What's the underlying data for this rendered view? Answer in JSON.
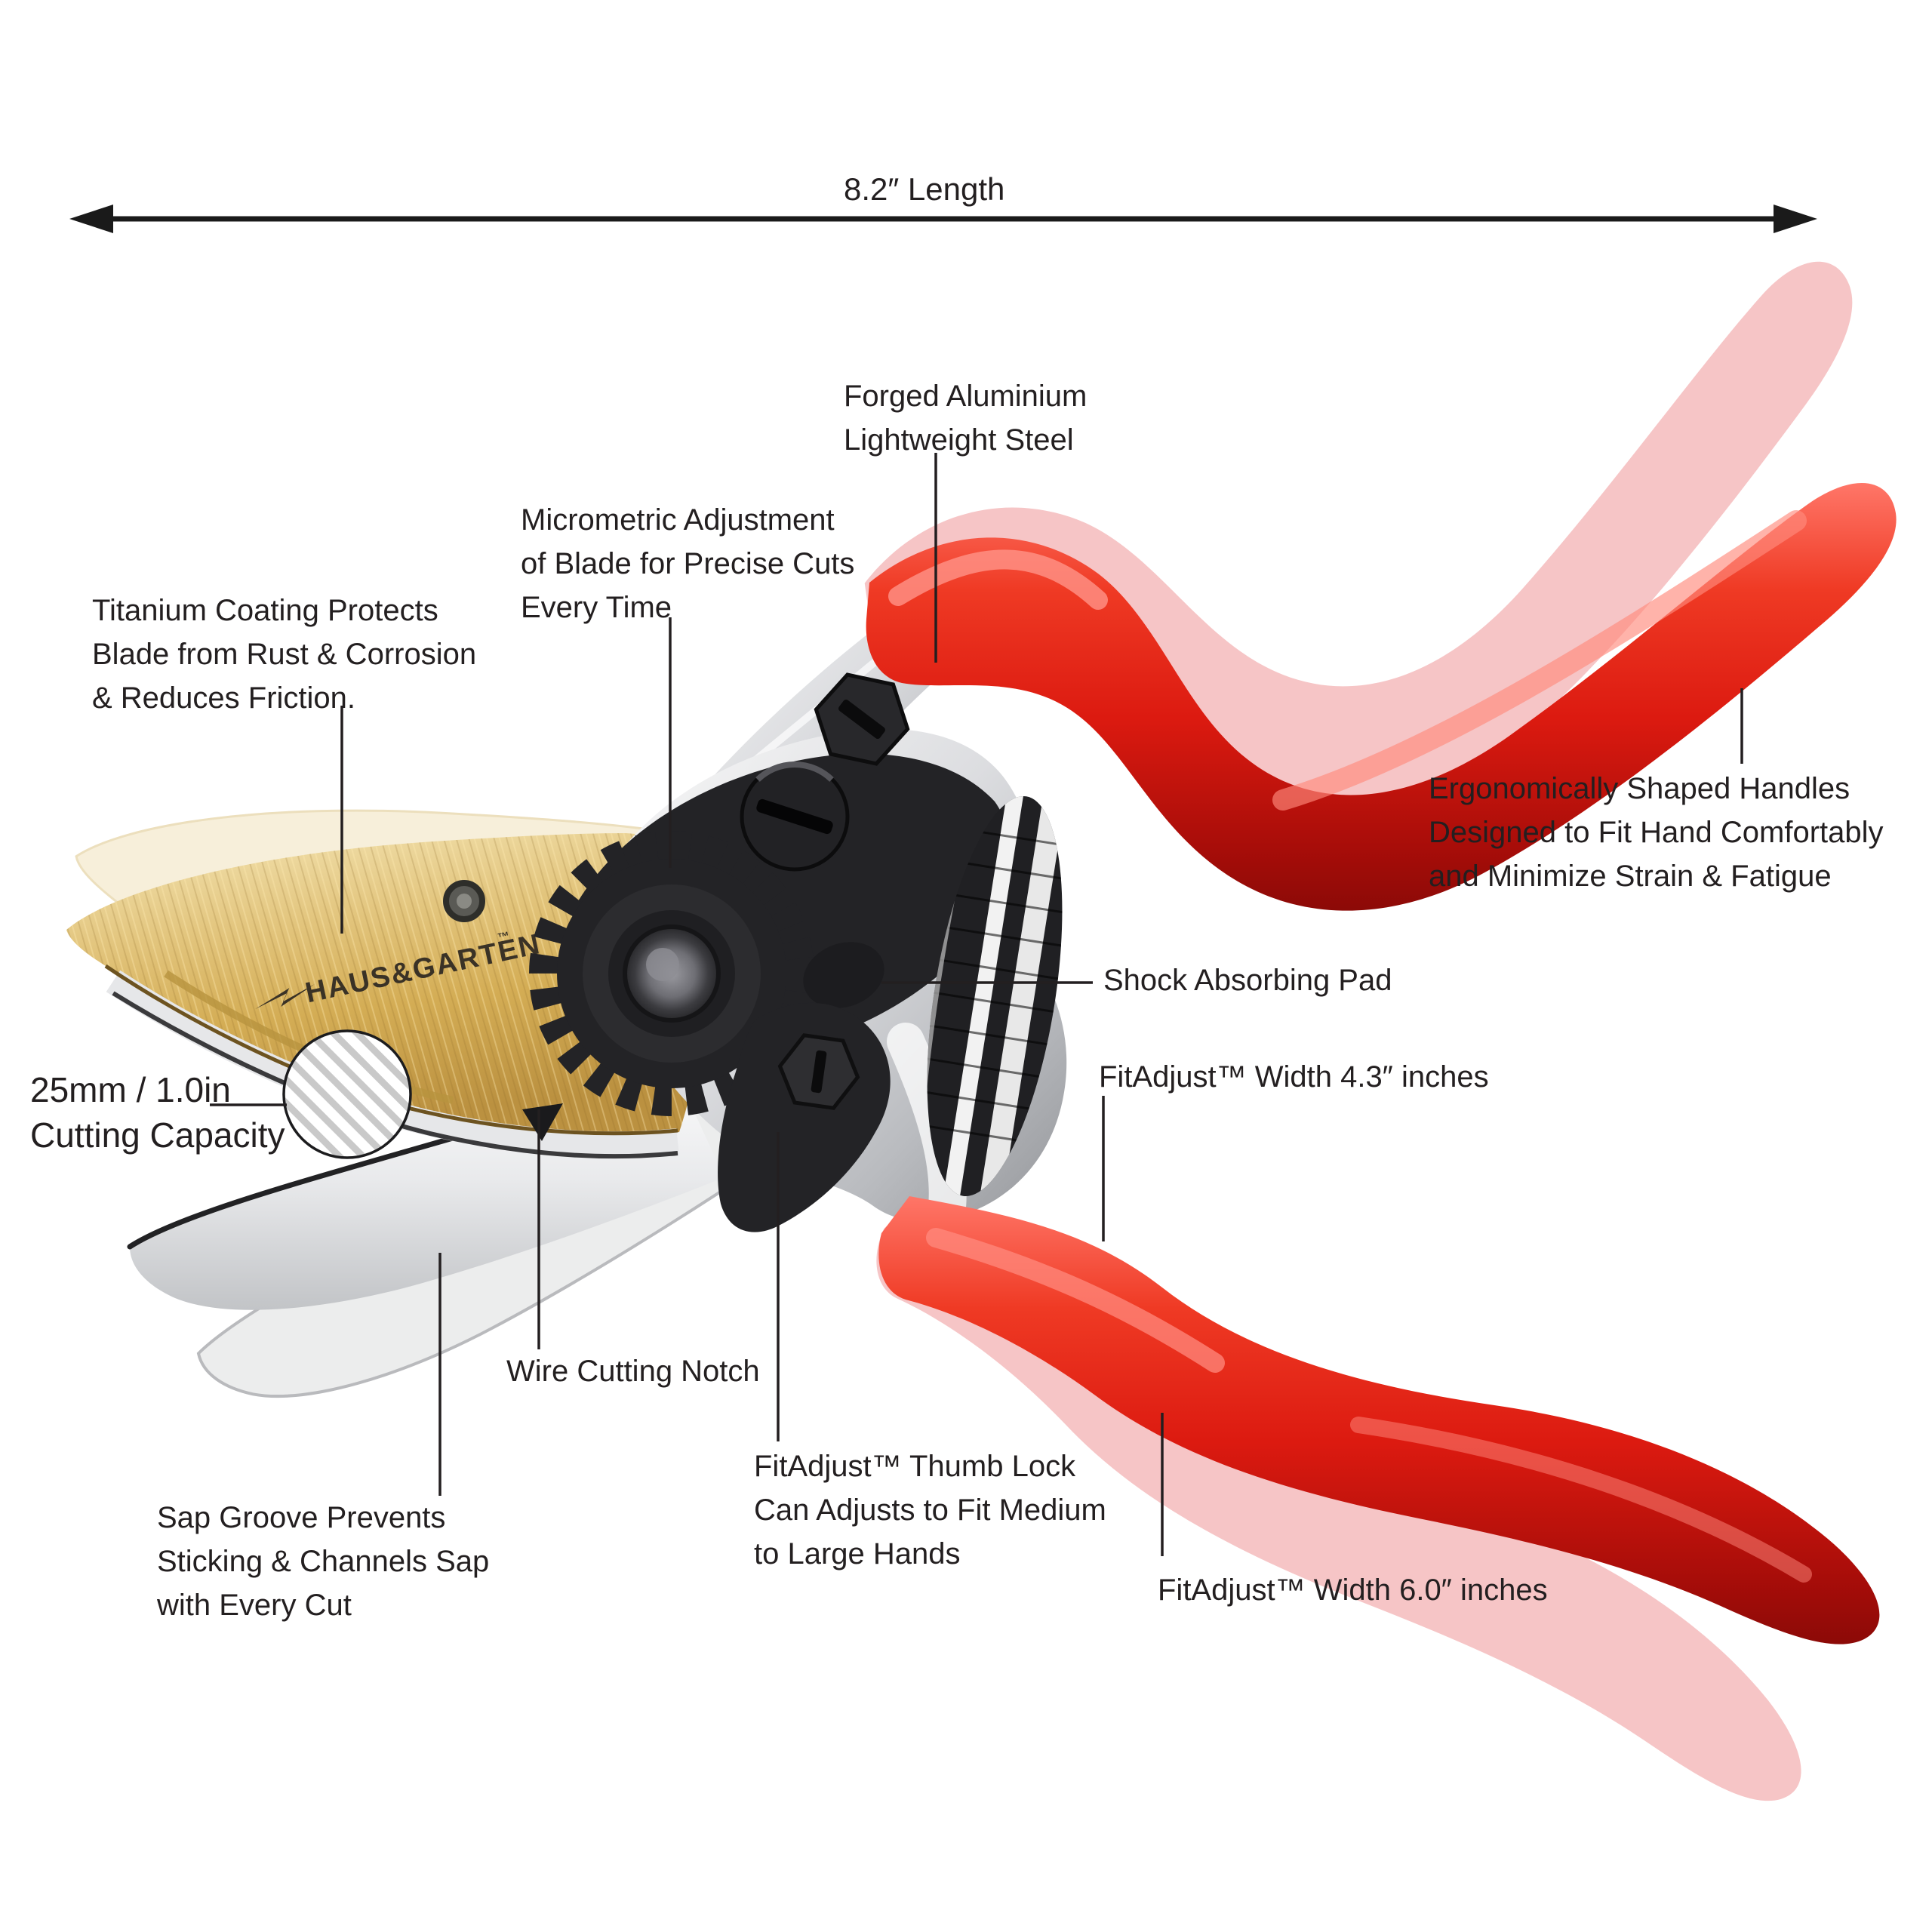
{
  "page": {
    "background": "#ffffff",
    "type": "product-annotation-diagram",
    "subject": "bypass pruning shears"
  },
  "brand": {
    "logo_text": "HAUS&GARTEN",
    "logo_tm": "™"
  },
  "dimension": {
    "label": "8.2″ Length"
  },
  "annotations": {
    "forged": {
      "lines": [
        "Forged Aluminium",
        "Lightweight Steel"
      ]
    },
    "micrometric": {
      "lines": [
        "Micrometric Adjustment",
        "of Blade for Precise Cuts",
        "Every Time"
      ]
    },
    "titanium": {
      "lines": [
        "Titanium Coating Protects",
        "Blade from Rust & Corrosion",
        "& Reduces Friction."
      ]
    },
    "ergonomic": {
      "lines": [
        "Ergonomically Shaped Handles",
        "Designed to Fit Hand Comfortably",
        "and Minimize Strain & Fatigue"
      ]
    },
    "shock": {
      "lines": [
        "Shock Absorbing Pad"
      ]
    },
    "fit43": {
      "lines": [
        "FitAdjust™ Width 4.3″  inches"
      ]
    },
    "capacity": {
      "lines": [
        "25mm / 1.0in",
        "Cutting Capacity"
      ]
    },
    "wire": {
      "lines": [
        "Wire Cutting Notch"
      ]
    },
    "thumb": {
      "lines": [
        "FitAdjust™ Thumb Lock",
        "Can Adjusts to Fit Medium",
        "to Large Hands"
      ]
    },
    "sap": {
      "lines": [
        "Sap Groove Prevents",
        "Sticking & Channels Sap",
        "with Every Cut"
      ]
    },
    "fit60": {
      "lines": [
        "FitAdjust™ Width 6.0″ inches"
      ]
    }
  },
  "colors": {
    "handle_red": "#e32119",
    "handle_ghost_pink": "#f5bdbe",
    "blade_gold": "#d9b766",
    "blade_ghost_cream": "#f7efda",
    "steel_silver": "#cfd1d4",
    "mechanism_black": "#232326",
    "text": "#231f20",
    "leader_line": "#231f20"
  }
}
